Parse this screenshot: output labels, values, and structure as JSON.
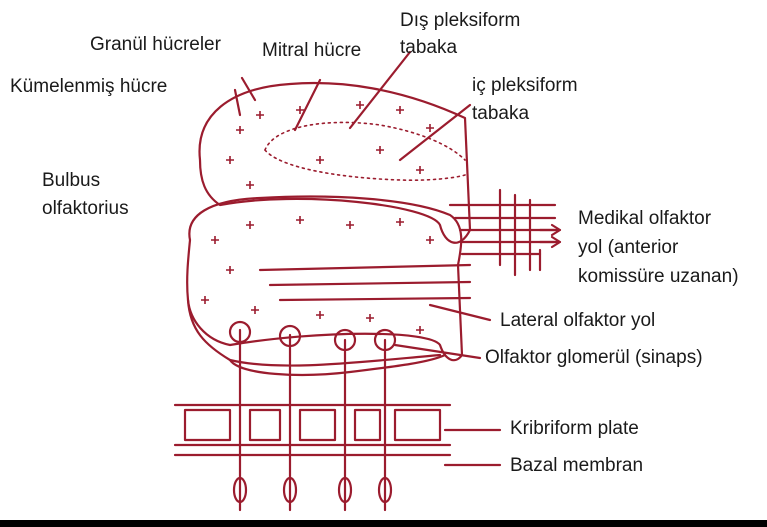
{
  "colors": {
    "drawing": "#9b1c2e",
    "text": "#1a1a1a",
    "background": "#ffffff"
  },
  "labels": {
    "granul": "Granül hücreler",
    "mitral": "Mitral hücre",
    "dis_pleksiform_1": "Dış pleksiform",
    "dis_pleksiform_2": "tabaka",
    "kumelenmis": "Kümelenmiş hücre",
    "ic_pleksiform_1": "iç pleksiform",
    "ic_pleksiform_2": "tabaka",
    "bulbus_1": "Bulbus",
    "bulbus_2": "olfaktorius",
    "medikal_1": "Medikal olfaktor",
    "medikal_2": "yol (anterior",
    "medikal_3": "komissüre uzanan)",
    "lateral": "Lateral olfaktor yol",
    "glomerul": "Olfaktor glomerül (sinaps)",
    "kribriform": "Kribriform plate",
    "bazal": "Bazal membran"
  }
}
